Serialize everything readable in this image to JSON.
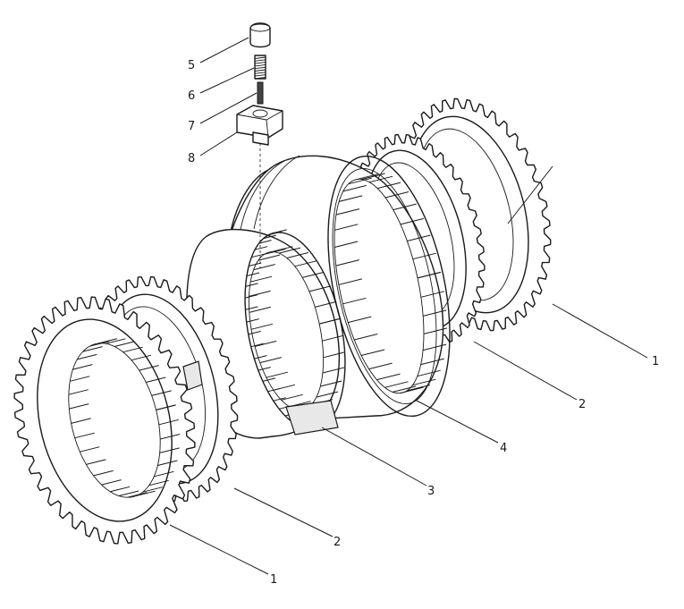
{
  "callouts": [
    {
      "id": "5",
      "text": "5"
    },
    {
      "id": "6",
      "text": "6"
    },
    {
      "id": "7",
      "text": "7"
    },
    {
      "id": "8",
      "text": "8"
    },
    {
      "id": "1-right",
      "text": "1"
    },
    {
      "id": "2-right",
      "text": "2"
    },
    {
      "id": "4",
      "text": "4"
    },
    {
      "id": "3",
      "text": "3"
    },
    {
      "id": "2-left",
      "text": "2"
    },
    {
      "id": "1-left",
      "text": "1"
    }
  ],
  "colors": {
    "ink": "#1a1a1a",
    "paper": "#ffffff"
  }
}
